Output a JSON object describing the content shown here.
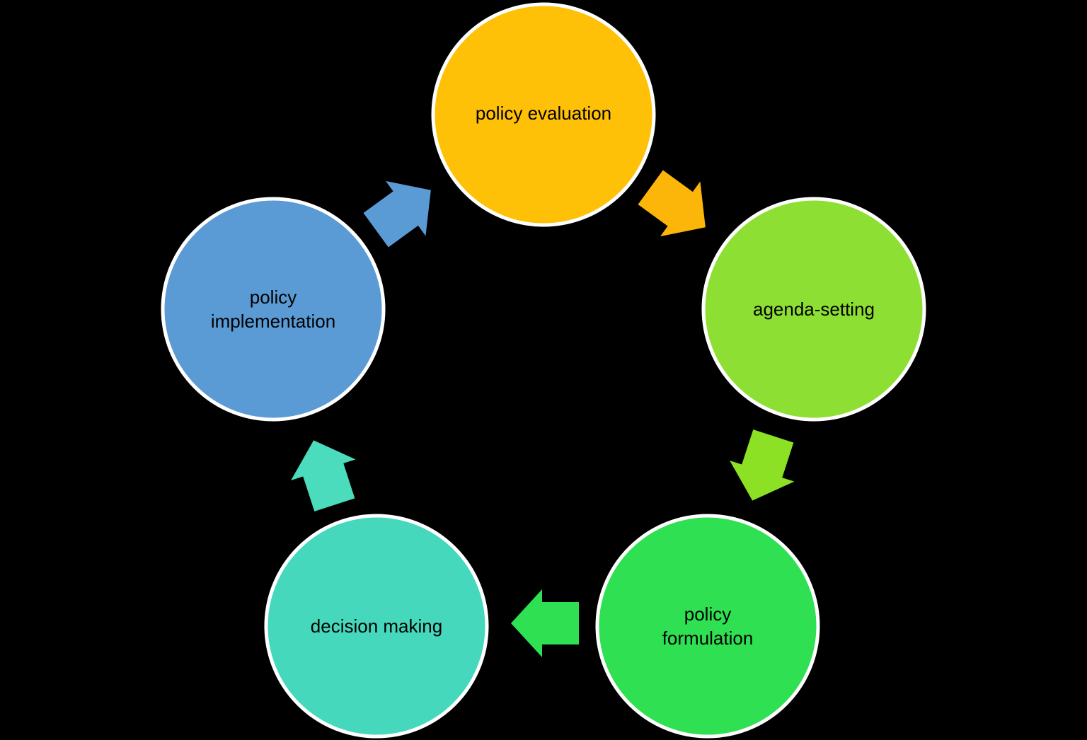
{
  "diagram": {
    "type": "cycle",
    "background_color": "#000000",
    "text_color": "#000000",
    "circle_border_color": "#FFFFFF",
    "stages": [
      {
        "label": "policy evaluation",
        "color": "#FFC008"
      },
      {
        "label": "agenda-setting",
        "color": "#8EDF33"
      },
      {
        "label": "policy formulation",
        "color": "#2EE052"
      },
      {
        "label": "decision making",
        "color": "#46D8BC"
      },
      {
        "label": "policy implementation",
        "color": "#5B9BD5"
      }
    ],
    "arrows": [
      {
        "from": "policy evaluation",
        "to": "agenda-setting",
        "color": "#FCB60A"
      },
      {
        "from": "agenda-setting",
        "to": "policy formulation",
        "color": "#8CE125"
      },
      {
        "from": "policy formulation",
        "to": "decision making",
        "color": "#2EE052"
      },
      {
        "from": "decision making",
        "to": "policy implementation",
        "color": "#4BDCBD"
      },
      {
        "from": "policy implementation",
        "to": "policy evaluation",
        "color": "#5B9BD5"
      }
    ]
  }
}
